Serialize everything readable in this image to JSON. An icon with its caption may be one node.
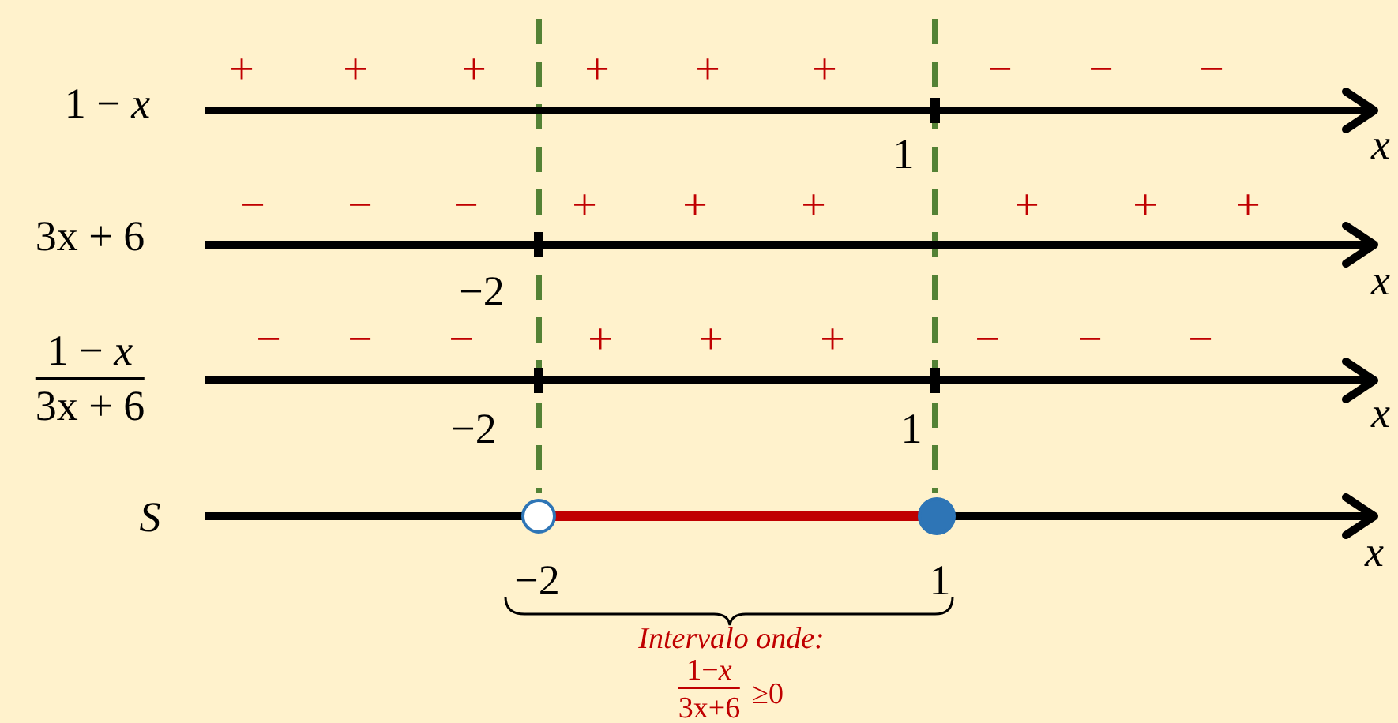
{
  "diagram": {
    "nodes": [
      {
        "text": [],
        "shape": "circle"
      },
      {
        "text": [],
        "shape": "circle"
      }
    ],
    "edges": [
      {
        "from": 0,
        "to": 1,
        "arrow": "none",
        "color": "#c00000"
      }
    ],
    "labels": [
      "1 − *x*",
      "+",
      "+",
      "+",
      "+",
      "+",
      "+",
      "−",
      "−",
      "−",
      "x",
      "1",
      "3x + 6",
      "−",
      "−",
      "−",
      "+",
      "+",
      "+",
      "+",
      "+",
      "+",
      "x",
      "−2",
      "1 − *x*",
      "3x + 6",
      "−",
      "−",
      "−",
      "+",
      "+",
      "+",
      "−",
      "−",
      "−",
      "x",
      "−2",
      "1",
      "S",
      "x",
      "−2",
      "1",
      "Intervalo onde:",
      "1−*x*",
      "3x+6",
      "≥0"
    ]
  }
}
